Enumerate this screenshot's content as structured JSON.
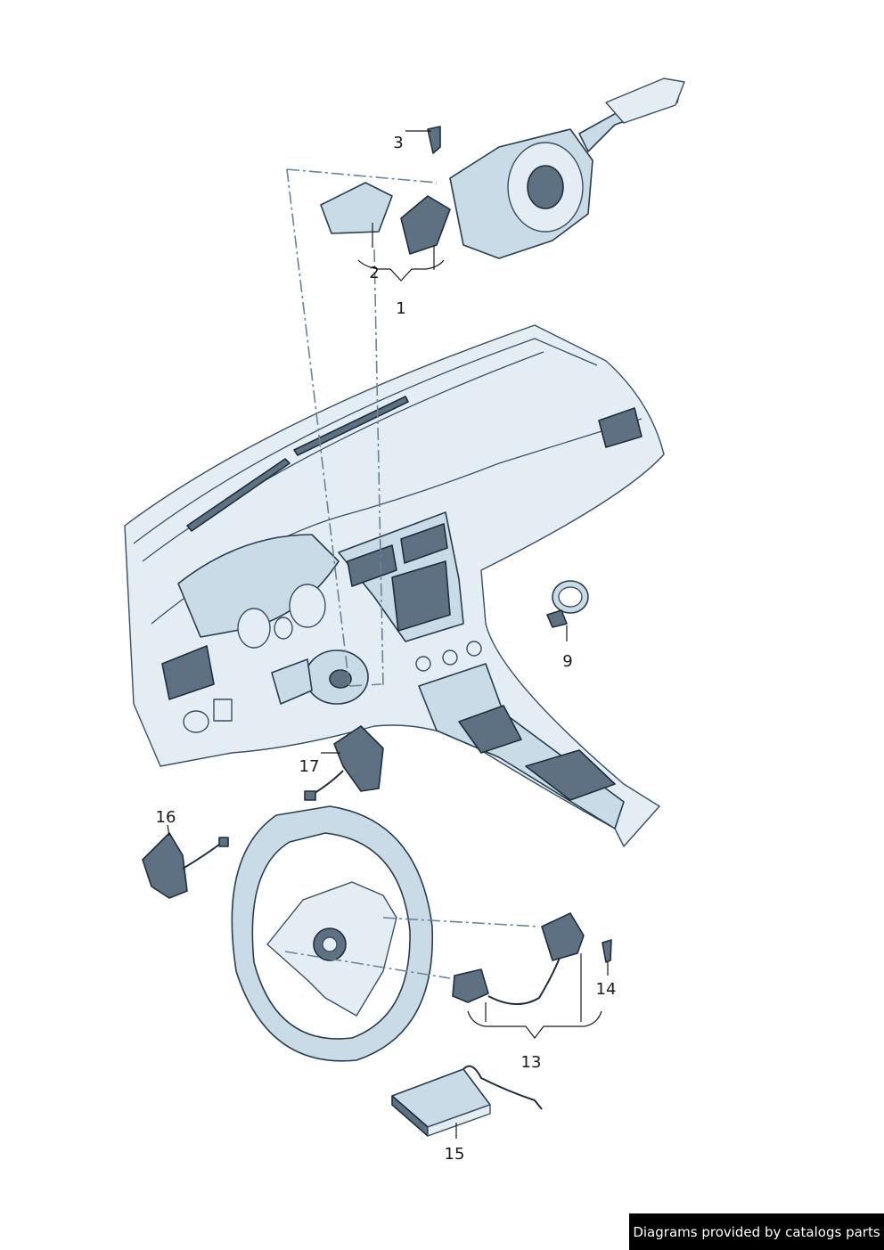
{
  "callouts": [
    {
      "id": "c1",
      "label": "1"
    },
    {
      "id": "c2",
      "label": "2"
    },
    {
      "id": "c3",
      "label": "3"
    },
    {
      "id": "c9",
      "label": "9"
    },
    {
      "id": "c13",
      "label": "13"
    },
    {
      "id": "c14",
      "label": "14"
    },
    {
      "id": "c15",
      "label": "15"
    },
    {
      "id": "c16",
      "label": "16"
    },
    {
      "id": "c17",
      "label": "17"
    }
  ],
  "credit_text": "Diagrams provided by catalogs parts",
  "colors": {
    "part_fill": "#c9dbe6",
    "part_shadow": "#5d7183",
    "outline": "#2a3d4c",
    "credit_bg": "#000000",
    "credit_text": "#ffffff"
  }
}
